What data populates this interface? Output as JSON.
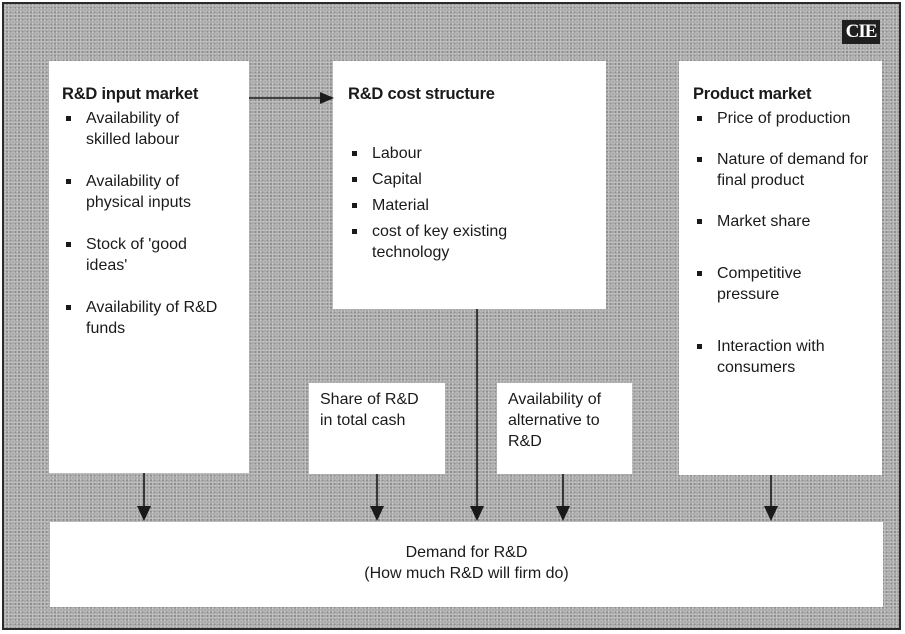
{
  "logo": "CIE",
  "input_market": {
    "title": "R&D input market",
    "items": [
      "Availability of skilled labour",
      "Availability of physical inputs",
      "Stock of 'good ideas'",
      "Availability of R&D funds"
    ]
  },
  "cost_structure": {
    "title": "R&D cost structure",
    "items": [
      "Labour",
      "Capital",
      "Material",
      "cost of key existing technology"
    ]
  },
  "product_market": {
    "title": "Product market",
    "items": [
      "Price of production",
      "Nature of demand for final product",
      "Market share",
      "Competitive pressure",
      "Interaction with consumers"
    ]
  },
  "share_box": {
    "text": "Share of R&D in total cash"
  },
  "alternative_box": {
    "text": "Availability of alternative to R&D"
  },
  "demand": {
    "line1": "Demand for R&D",
    "line2": "(How much R&D will firm do)"
  }
}
